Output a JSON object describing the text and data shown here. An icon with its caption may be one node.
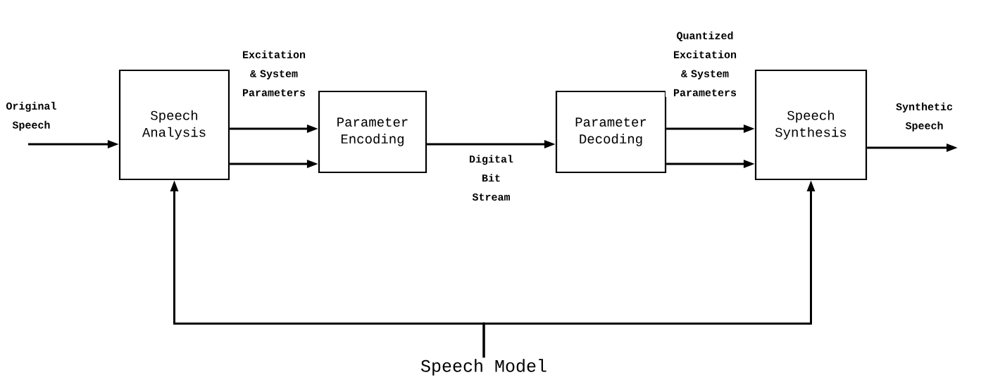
{
  "diagram": {
    "nodes": [
      {
        "text": [
          "Speech Analysis"
        ]
      },
      {
        "text": [
          "Parameter Encoding"
        ]
      },
      {
        "text": [
          "Parameter Decoding"
        ]
      },
      {
        "text": [
          "Speech Synthesis"
        ]
      },
      {
        "text": [
          "Speech Model"
        ]
      }
    ],
    "edges": [
      {
        "from": null,
        "to": 0,
        "arrow": "to",
        "label": "Original Speech"
      },
      {
        "from": 0,
        "to": 1,
        "arrow": "to",
        "label": "Excitation & System Parameters"
      },
      {
        "from": 0,
        "to": 1,
        "arrow": "to"
      },
      {
        "from": 1,
        "to": 2,
        "arrow": "to",
        "label": "Digital Bit Stream"
      },
      {
        "from": 2,
        "to": 3,
        "arrow": "to",
        "label": "Quantized Excitation & System Parameters"
      },
      {
        "from": 2,
        "to": 3,
        "arrow": "to"
      },
      {
        "from": 3,
        "to": null,
        "arrow": "to",
        "label": "Synthetic Speech"
      },
      {
        "from": 4,
        "to": 0,
        "arrow": "to"
      },
      {
        "from": 4,
        "to": 3,
        "arrow": "to"
      }
    ]
  }
}
